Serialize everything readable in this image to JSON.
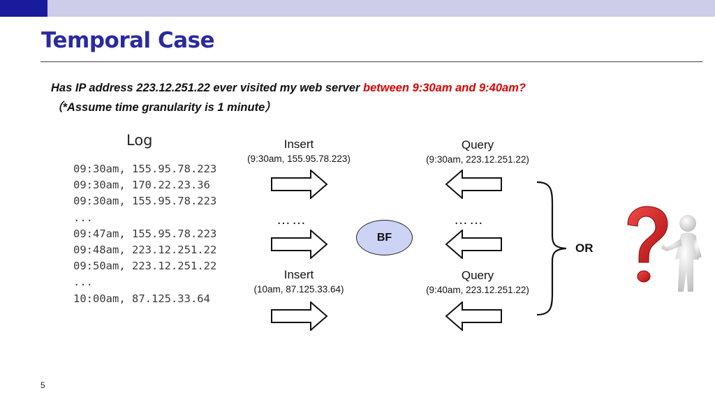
{
  "slide": {
    "title": "Temporal Case",
    "page_number": "5"
  },
  "question": {
    "prefix": "Has IP address 223.12.251.22 ever visited my web server ",
    "highlight": "between 9:30am and 9:40am?",
    "assumption": "（*Assume time granularity is 1 minute）",
    "highlight_color": "#e00000"
  },
  "log": {
    "title": "Log",
    "lines": [
      "09:30am, 155.95.78.223",
      "09:30am, 170.22.23.36",
      "09:30am, 155.95.78.223",
      "...",
      "09:47am, 155.95.78.223",
      "09:48am, 223.12.251.22",
      "09:50am, 223.12.251.22",
      "...",
      "10:00am, 87.125.33.64"
    ]
  },
  "diagram": {
    "insert_top": {
      "label": "Insert",
      "detail": "(9:30am, 155.95.78.223)"
    },
    "insert_bottom": {
      "label": "Insert",
      "detail": "(10am, 87.125.33.64)"
    },
    "query_top": {
      "label": "Query",
      "detail": "(9:30am, 223.12.251.22)"
    },
    "query_bottom": {
      "label": "Query",
      "detail": "(9:40am, 223.12.251.22)"
    },
    "ellipsis": "……",
    "bloom_filter": "BF",
    "bloom_filter_fill": "#cdd3f5",
    "or_label": "OR"
  },
  "icons": {
    "question_figure": "person-with-question-mark-icon",
    "brace": "right-curly-brace-icon"
  },
  "colors": {
    "title": "#2a2aa0",
    "top_bar": "#cdcdea",
    "top_accent": "#1a1a9c",
    "question_mark": "#d42020"
  }
}
